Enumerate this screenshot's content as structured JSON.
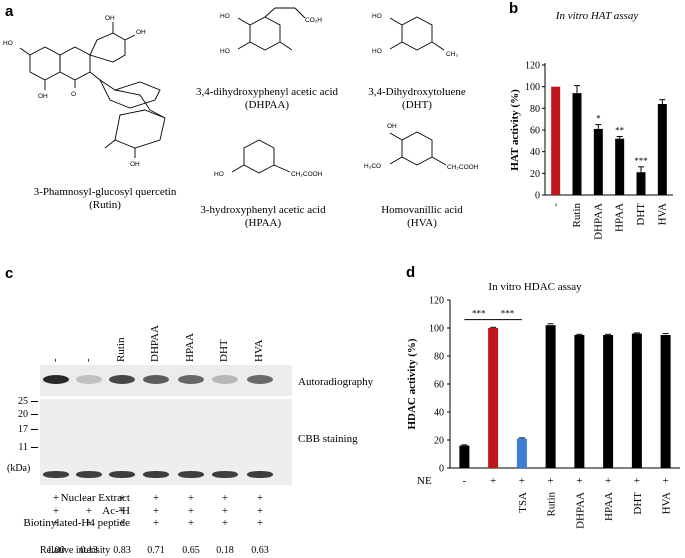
{
  "panel_letters": {
    "a": "a",
    "b": "b",
    "c": "c",
    "d": "d"
  },
  "structures": [
    {
      "name_line1": "3-Phamnosyl-glucosyl quercetin",
      "name_line2": "(Rutin)"
    },
    {
      "name_line1": "3,4-dihydroxyphenyl acetic acid",
      "name_line2": "(DHPAA)"
    },
    {
      "name_line1": "3,4-Dihydroxytoluene",
      "name_line2": "(DHT)"
    },
    {
      "name_line1": "3-hydroxyphenyl acetic acid",
      "name_line2": "(HPAA)"
    },
    {
      "name_line1": "Homovanillic acid",
      "name_line2": "(HVA)"
    }
  ],
  "atoms": {
    "ho": "HO",
    "oh": "OH",
    "o": "O",
    "co2h": "CO₂H",
    "ch3": "CH₃",
    "ch2cooh": "CH₂COOH",
    "h3co": "H₃CO"
  },
  "panel_c": {
    "lanes": [
      "-",
      "-",
      "Rutin",
      "DHPAA",
      "HPAA",
      "DHT",
      "HVA"
    ],
    "blot_labels": {
      "autorad": "Autoradiography",
      "cbb": "CBB staining"
    },
    "mw_markers": [
      "25",
      "20",
      "17",
      "11"
    ],
    "kda": "(kDa)",
    "row_labels": [
      "Nuclear Extract",
      "Ac-³H",
      "Biotinylated-H4 peptide"
    ],
    "row_signs": [
      [
        "+",
        "-",
        "+",
        "+",
        "+",
        "+",
        "+"
      ],
      [
        "+",
        "+",
        "+",
        "+",
        "+",
        "+",
        "+"
      ],
      [
        "+",
        "+",
        "+",
        "+",
        "+",
        "+",
        "+"
      ]
    ],
    "relative_intensity_label": "Relative intensity",
    "relative_intensity": [
      "1.00",
      "0.13",
      "0.83",
      "0.71",
      "0.65",
      "0.18",
      "0.63"
    ]
  },
  "chart_data": [
    {
      "type": "bar",
      "title": "In vitro HAT assay",
      "ylabel": "HAT activity (%)",
      "ylim": [
        0,
        120
      ],
      "yticks": [
        "0",
        "20",
        "40",
        "60",
        "80",
        "100",
        "120"
      ],
      "categories": [
        "-",
        "Rutin",
        "DHPAA",
        "HPAA",
        "DHT",
        "HVA"
      ],
      "values": [
        100,
        94,
        61,
        52,
        21,
        84
      ],
      "errors": [
        0,
        7,
        4,
        2,
        5,
        4
      ],
      "colors": [
        "#c0171c",
        "#000000",
        "#000000",
        "#000000",
        "#000000",
        "#000000"
      ],
      "significance": [
        "",
        "",
        "*",
        "**",
        "***",
        ""
      ]
    },
    {
      "type": "bar",
      "title": "In vitro HDAC assay",
      "ylabel": "HDAC activity (%)",
      "ylim": [
        0,
        120
      ],
      "yticks": [
        "0",
        "20",
        "40",
        "60",
        "80",
        "100",
        "120"
      ],
      "row_label": "NE",
      "ne_signs": [
        "-",
        "+",
        "+",
        "+",
        "+",
        "+",
        "+",
        "+"
      ],
      "categories": [
        "",
        "",
        "TSA",
        "Rutin",
        "DHPAA",
        "HPAA",
        "DHT",
        "HVA"
      ],
      "values": [
        16,
        100,
        21,
        102,
        95,
        95,
        96,
        95
      ],
      "errors": [
        0.5,
        0.5,
        0.5,
        1,
        0.5,
        0.5,
        0.5,
        1
      ],
      "colors": [
        "#000000",
        "#c0171c",
        "#3a7fd5",
        "#000000",
        "#000000",
        "#000000",
        "#000000",
        "#000000"
      ],
      "brackets": [
        {
          "from": 0,
          "to": 1,
          "label": "***"
        },
        {
          "from": 1,
          "to": 2,
          "label": "***"
        }
      ]
    }
  ]
}
